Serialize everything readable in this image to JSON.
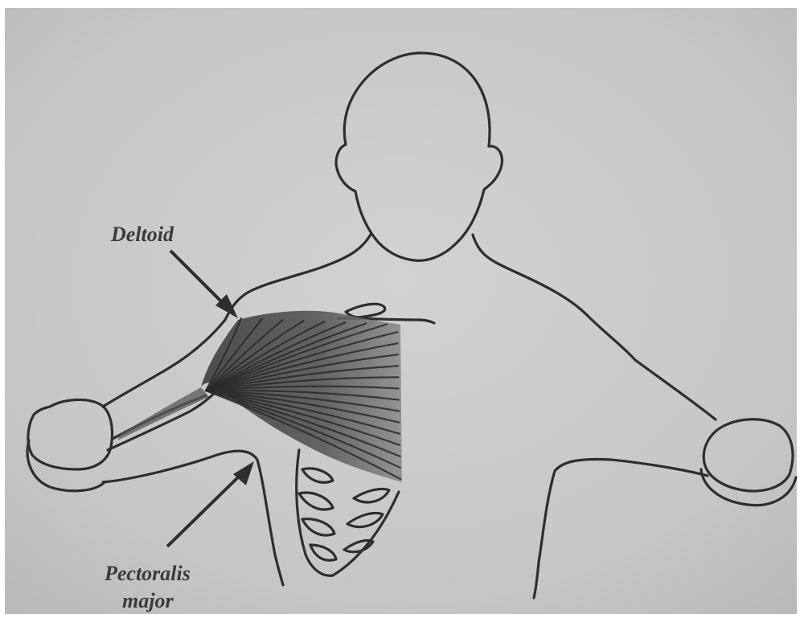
{
  "labels": {
    "deltoid": "Deltoid",
    "pectoralis_line1": "Pectoralis",
    "pectoralis_line2": "major"
  },
  "colors": {
    "paper": "#c9c9c9",
    "ink": "#2e2e2e",
    "label": "#3a3a3a"
  }
}
